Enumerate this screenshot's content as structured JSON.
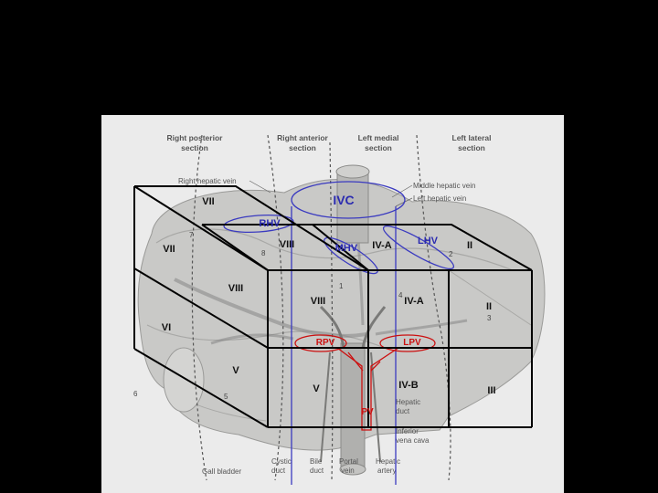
{
  "diagram": {
    "sections": {
      "right_posterior": [
        "Right posterior",
        "section"
      ],
      "right_anterior": [
        "Right anterior",
        "section"
      ],
      "left_medial": [
        "Left medial",
        "section"
      ],
      "left_lateral": [
        "Left lateral",
        "section"
      ]
    },
    "labels": {
      "right_hepatic_vein": "Right hepatic vein",
      "middle_hepatic_vein": "Middle hepatic vein",
      "left_hepatic_vein": "Left hepatic vein",
      "hepatic_duct": [
        "Hepatic",
        "duct"
      ],
      "inferior_vena_cava": [
        "Inferior",
        "vena cava"
      ],
      "gall_bladder": "Gall bladder",
      "cystic_duct": [
        "Cystic",
        "duct"
      ],
      "bile_duct": [
        "Bile",
        "duct"
      ],
      "portal_vein": [
        "Portal",
        "vein"
      ],
      "hepatic_artery": [
        "Hepatic",
        "artery"
      ]
    },
    "segments": {
      "vii_top": "VII",
      "vii_front": "VII",
      "viii_top": "VIII",
      "viii_side": "VIII",
      "viii_front": "VIII",
      "iva_top": "IV-A",
      "iva_front": "IV-A",
      "ii_top": "II",
      "ii_front": "II",
      "vi": "VI",
      "v_side": "V",
      "v_front": "V",
      "ivb": "IV-B",
      "iii": "III"
    },
    "vessels": {
      "ivc": "IVC",
      "rhv": "RHV",
      "mhv": "MHV",
      "lhv": "LHV",
      "rpv": "RPV",
      "lpv": "LPV",
      "pv": "PV"
    },
    "numbers": {
      "n7": "7",
      "n8": "8",
      "n1": "1",
      "n4": "4",
      "n2": "2",
      "n3": "3",
      "n6": "6",
      "n5": "5"
    },
    "colors": {
      "slide_background": "#000000",
      "panel_background": "#ebebeb",
      "liver_gray": "#c9c9c7",
      "box_lines": "#000000",
      "hepatic_vessels": "#3a3ac0",
      "portal_vessels": "#cc1010"
    }
  }
}
